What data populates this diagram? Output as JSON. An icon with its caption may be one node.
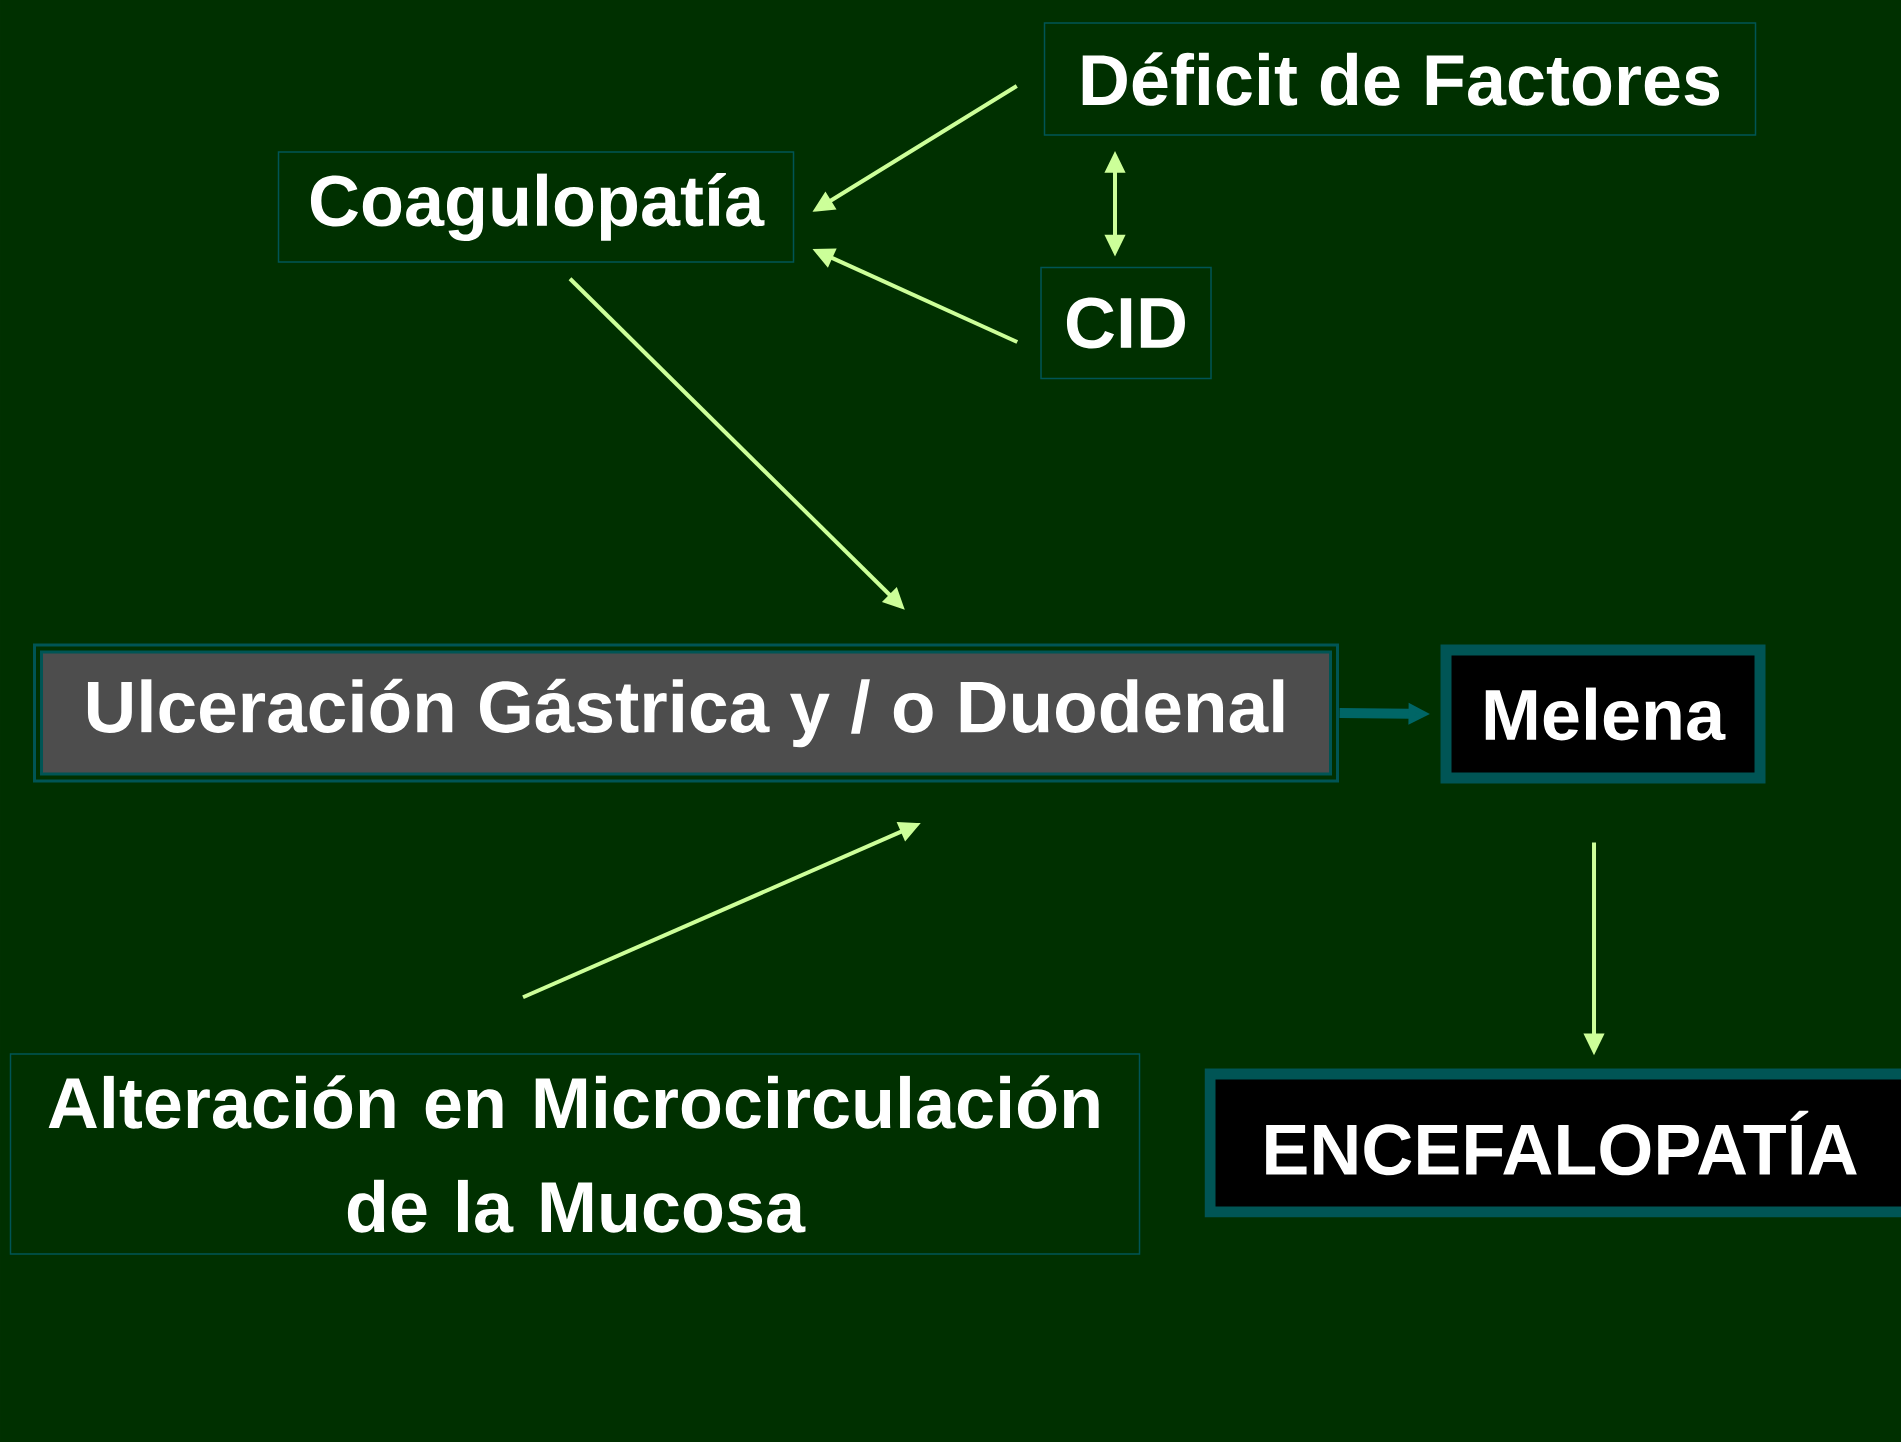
{
  "diagram": {
    "nodes": [
      {
        "text": [
          "Déficit de Factores"
        ]
      },
      {
        "text": [
          "Coagulopatía"
        ]
      },
      {
        "text": [
          "CID"
        ]
      },
      {
        "text": [
          "Ulceración Gástrica y / o Duodenal"
        ]
      },
      {
        "text": [
          "Melena"
        ]
      },
      {
        "text": [
          "Alteración en Microcirculación de la Mucosa"
        ]
      },
      {
        "text": [
          "ENCEFALOPATÍA"
        ]
      }
    ],
    "edges": [
      {
        "from": 0,
        "to": 1,
        "arrow": "to"
      },
      {
        "from": 2,
        "to": 1,
        "arrow": "to"
      },
      {
        "from": 0,
        "to": 2,
        "arrow": "both"
      },
      {
        "from": 1,
        "to": 3,
        "arrow": "to"
      },
      {
        "from": 5,
        "to": 3,
        "arrow": "to"
      },
      {
        "from": 3,
        "to": 4,
        "arrow": "to",
        "style": "thick",
        "color": "#006666"
      },
      {
        "from": 4,
        "to": 6,
        "arrow": "to"
      }
    ]
  }
}
